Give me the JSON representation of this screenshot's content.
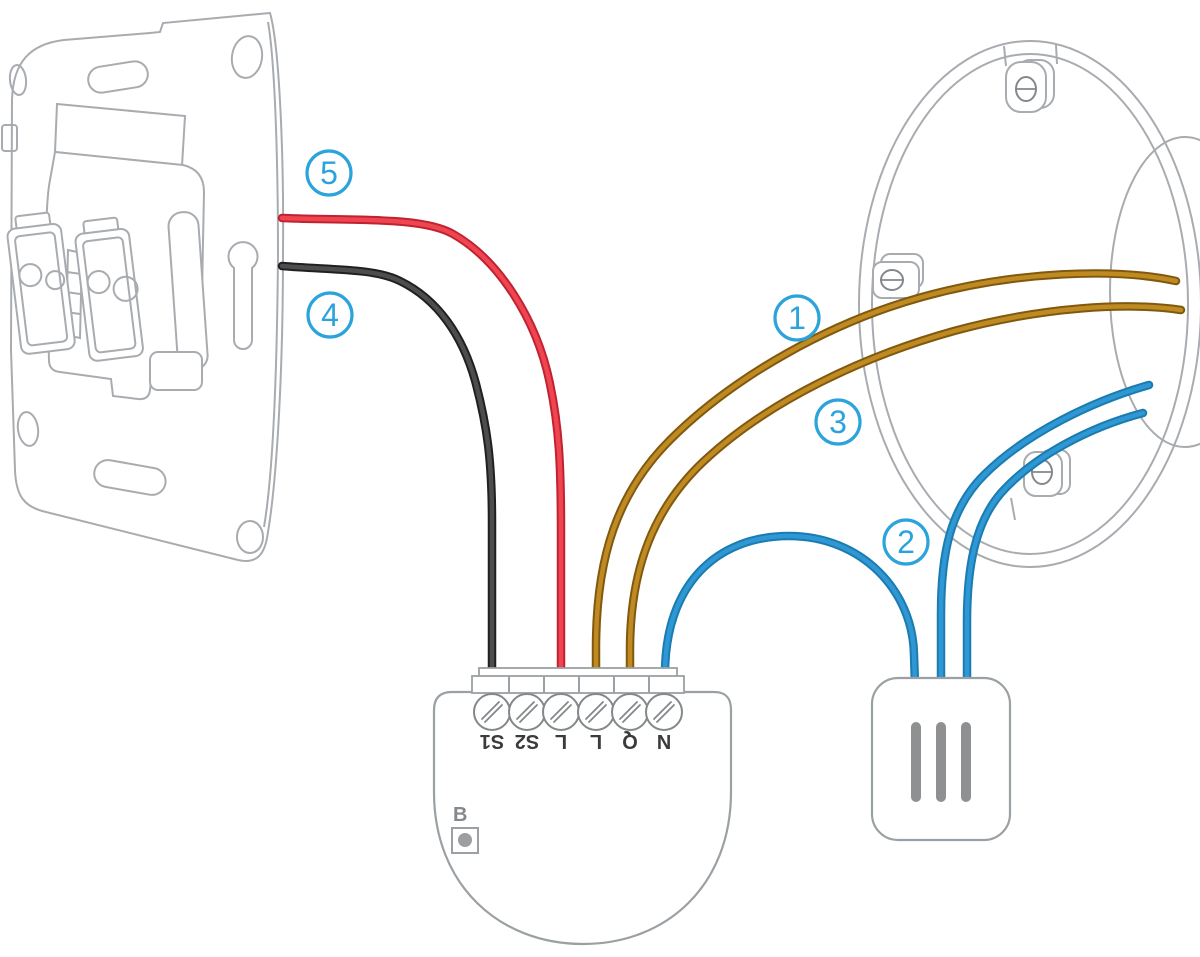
{
  "diagram": {
    "type": "wiring-diagram",
    "background": "#ffffff",
    "accent_blue": "#2ba3db"
  },
  "components": {
    "wall_switch": {
      "name": "wall switch mechanism (rear view)"
    },
    "ceiling_rose": {
      "name": "ceiling rose backplate"
    },
    "relay_module": {
      "name": "flush-mount relay module",
      "terminals": [
        {
          "label": "S1"
        },
        {
          "label": "S2"
        },
        {
          "label": "L"
        },
        {
          "label": "L"
        },
        {
          "label": "Q"
        },
        {
          "label": "N"
        }
      ],
      "button_label": "B"
    },
    "connector_block": {
      "name": "terminal connector block"
    }
  },
  "callouts": [
    {
      "label": "1",
      "wire_color": "brown"
    },
    {
      "label": "2",
      "wire_color": "blue"
    },
    {
      "label": "3",
      "wire_color": "brown"
    },
    {
      "label": "4",
      "wire_color": "black"
    },
    {
      "label": "5",
      "wire_color": "red"
    }
  ],
  "wire_colors": {
    "brown_live": "#bf8a22",
    "blue_neutral": "#2f97d3",
    "red_switch": "#f04450",
    "black_switch": "#4d4d4d"
  }
}
